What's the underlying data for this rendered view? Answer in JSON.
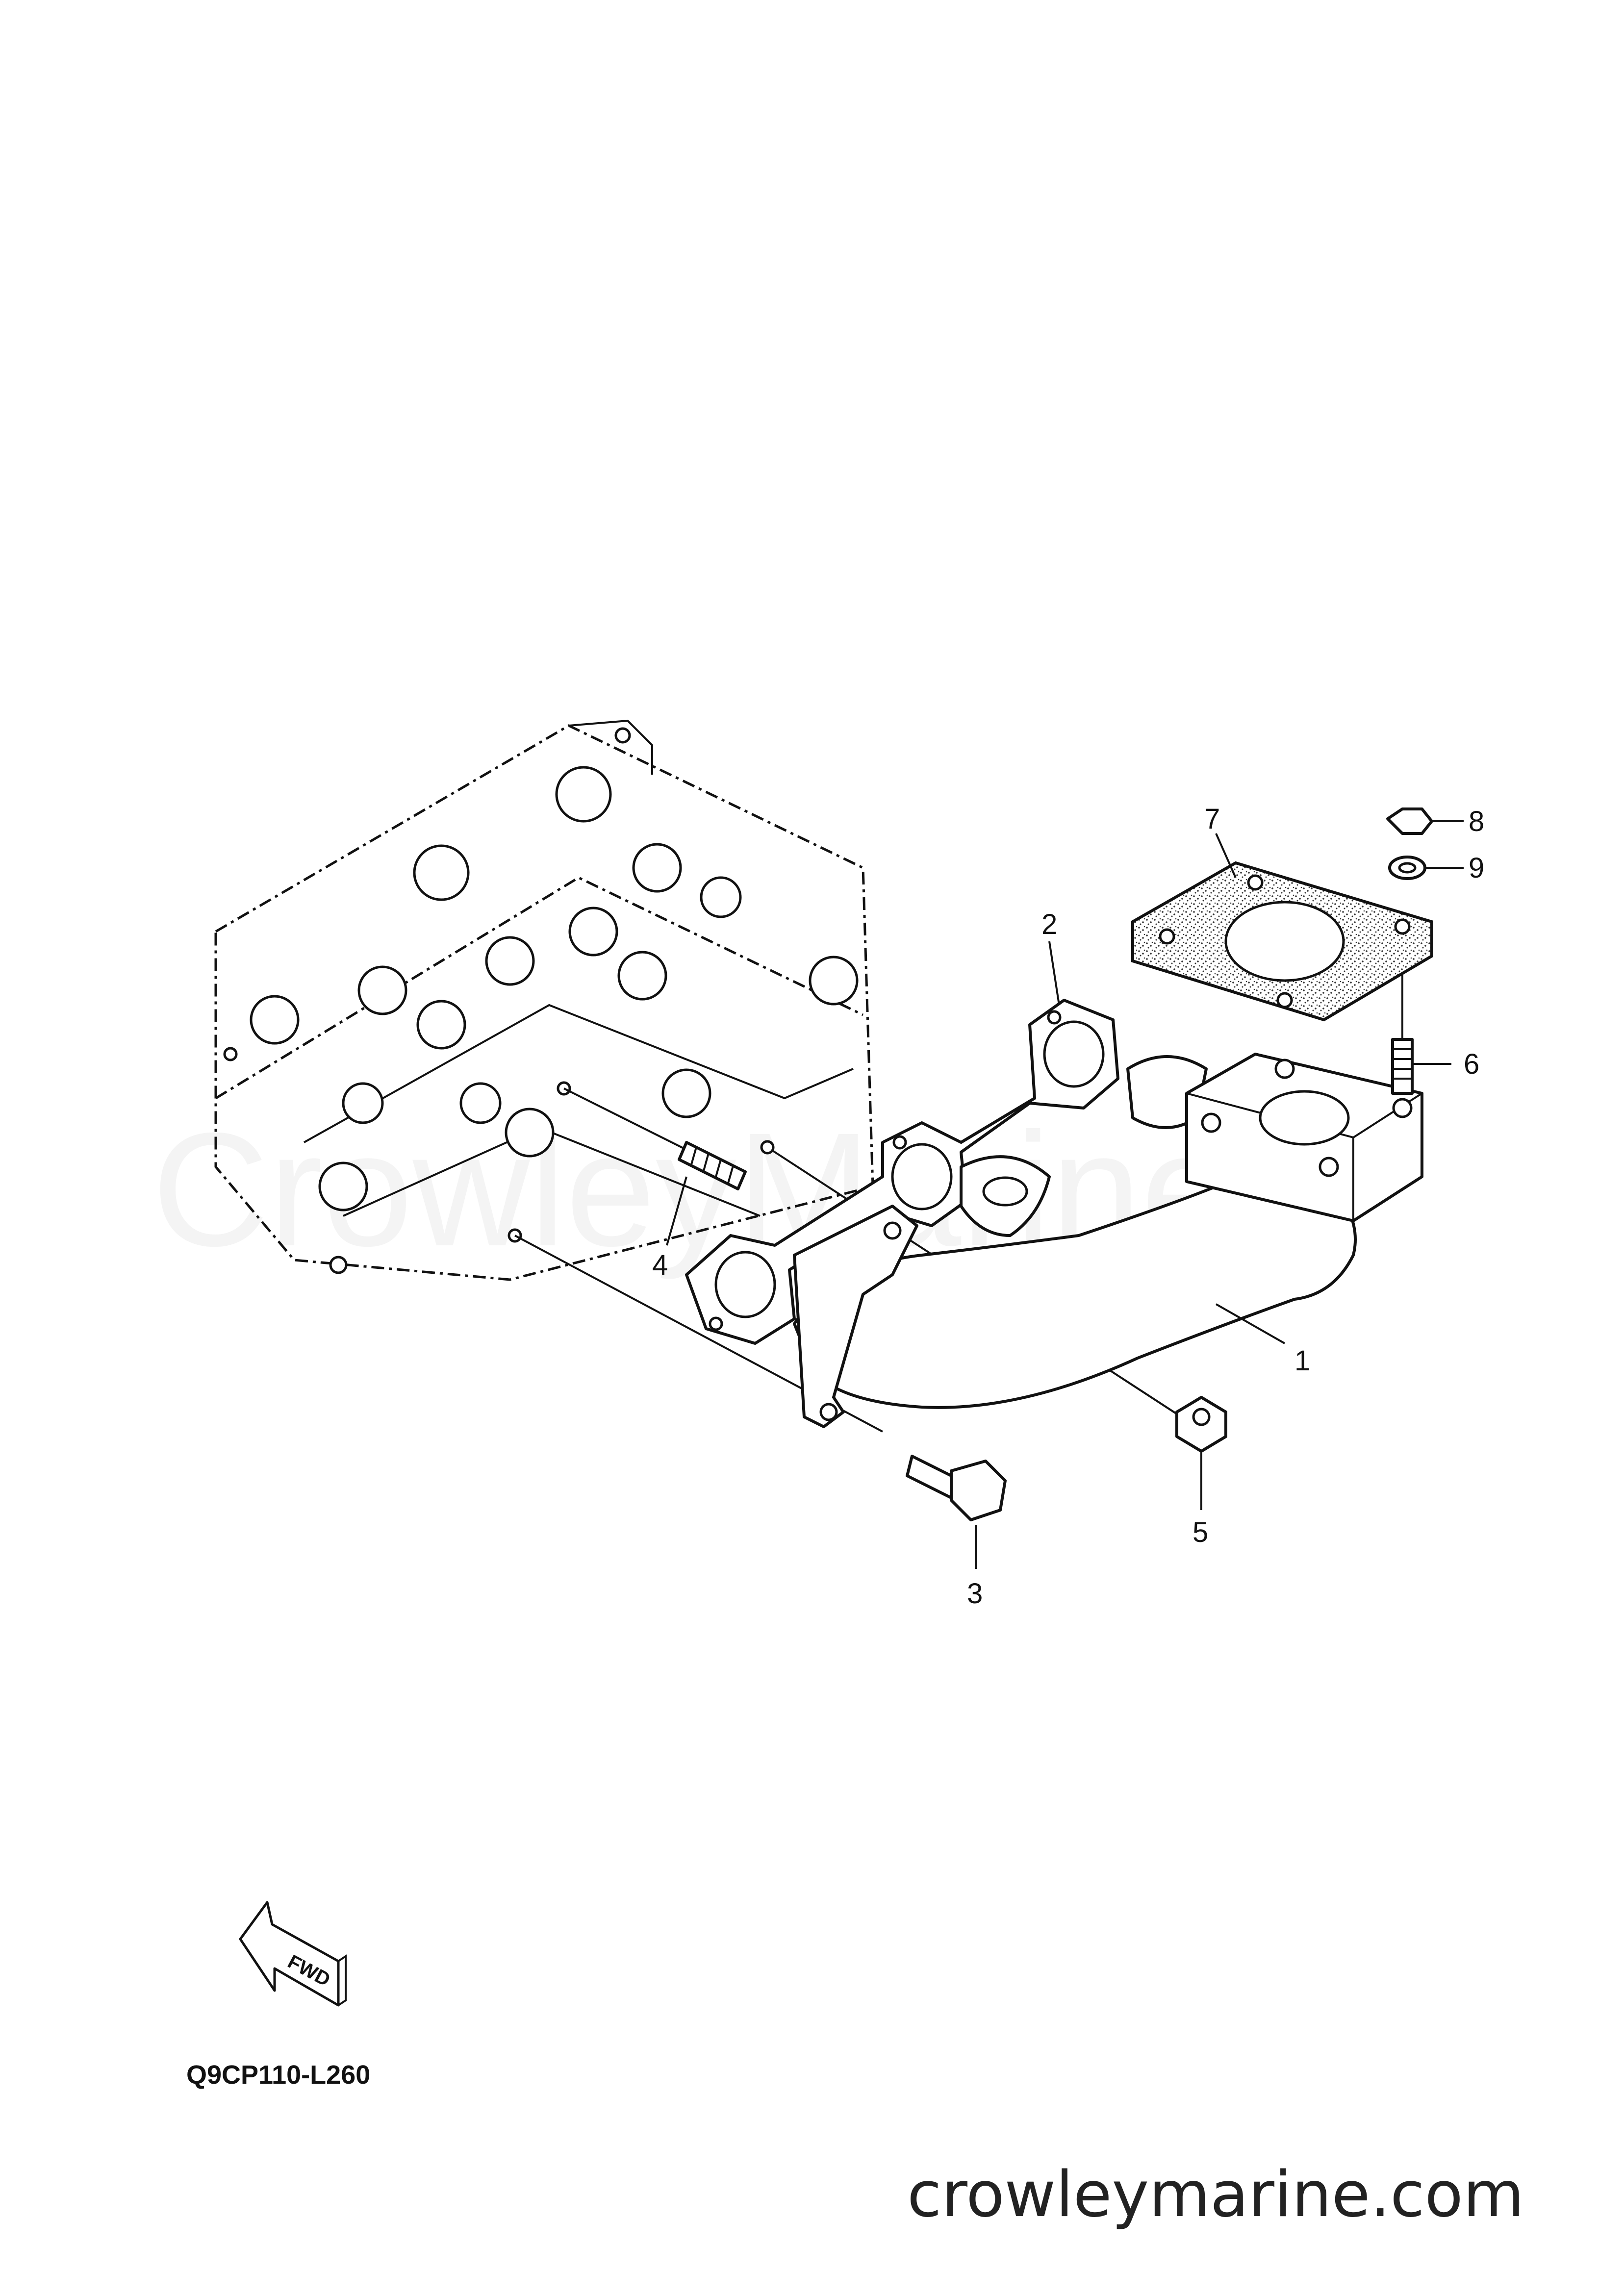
{
  "watermark": "CrowleyMarine",
  "callouts": {
    "c1": "1",
    "c2": "2",
    "c3": "3",
    "c4": "4",
    "c5": "5",
    "c6": "6",
    "c7": "7",
    "c8": "8",
    "c9": "9"
  },
  "fwd_label": "FWD",
  "reference_code": "Q9CP110-L260",
  "site": "crowleymarine.com",
  "colors": {
    "line": "#111111",
    "background": "#ffffff",
    "gasket_fill": "#9a9a9a"
  }
}
